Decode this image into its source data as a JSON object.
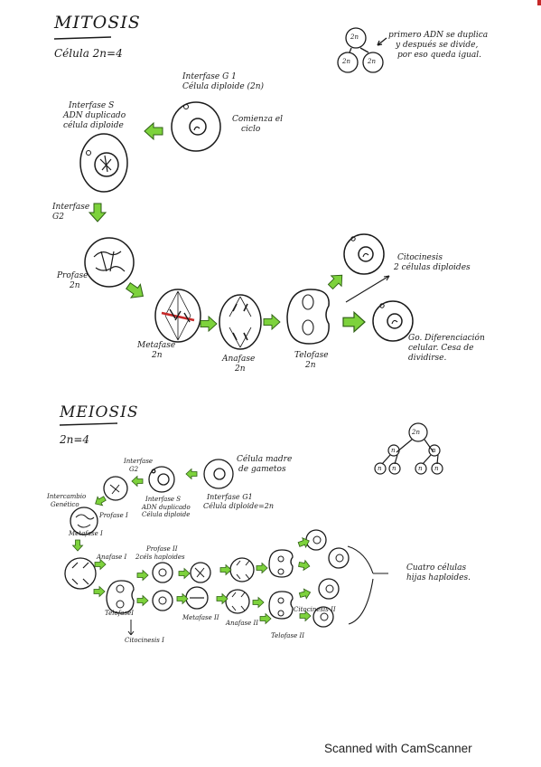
{
  "mitosis": {
    "title": "MITOSIS",
    "subtitle": "Célula 2n=4",
    "note": [
      "primero ADN se duplica",
      "y después se divide,",
      "por eso queda igual."
    ],
    "note_labels": [
      "2n",
      "2n",
      "2n"
    ],
    "g1_label": [
      "Interfase G 1",
      "Célula diploide (2n)"
    ],
    "cycle_label": [
      "Comienza el",
      "ciclo"
    ],
    "s_label": [
      "Interfase S",
      "ADN duplicado",
      "célula diploide"
    ],
    "g2_label": [
      "Interfase",
      "G2"
    ],
    "profase_label": [
      "Profase",
      "2n"
    ],
    "metafase_label": [
      "Metafase",
      "2n"
    ],
    "anafase_label": [
      "Anafase",
      "2n"
    ],
    "telofase_label": [
      "Telofase",
      "2n"
    ],
    "citocinesis_label": [
      "Citocinesis",
      "2 células diploides"
    ],
    "g0_label": [
      "Go. Diferenciación",
      "celular. Cesa de",
      "dividirse."
    ]
  },
  "meiosis": {
    "title": "MEIOSIS",
    "subtitle": "2n=4",
    "tree_labels": [
      "2n",
      "n",
      "n",
      "n",
      "n",
      "n",
      "n"
    ],
    "madre_label": [
      "Célula madre",
      "de gametos"
    ],
    "g1_label": [
      "Interfase G1",
      "Célula diploide=2n"
    ],
    "g2_label": [
      "Interfase",
      "G2"
    ],
    "s_label": [
      "Interfase S",
      "ADN duplicado",
      "Célula diploide"
    ],
    "intercambio_label": [
      "Intercambio",
      "Genético"
    ],
    "profase1_label": "Profase I",
    "metafase1_label": "Metafase I",
    "anafase1_label": "Anafase I",
    "profase2_label": [
      "Profase II",
      "2céls haploides"
    ],
    "telofase1_label": "TelofaseI",
    "citocinesis1_label": "Citocinesis I",
    "metafase2_label": "Metafase II",
    "anafase2_label": "Anafase II",
    "citocinesis2_label": "Citocinesis II",
    "telofase2_label": "Telofase II",
    "result_label": [
      "Cuatro células",
      "hijas haploides."
    ]
  },
  "footer": "Scanned with CamScanner",
  "colors": {
    "arrow": "#7dd23c",
    "ink": "#1a1a1a",
    "corner": "#c62828"
  }
}
